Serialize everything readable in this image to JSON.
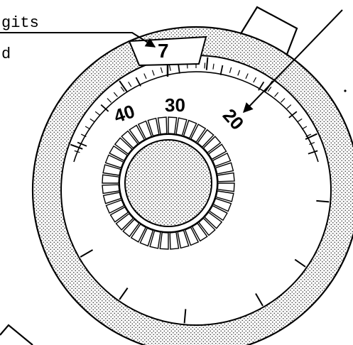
{
  "labels": {
    "line1": "gits",
    "line2": "d"
  },
  "window": {
    "digit": "7"
  },
  "dial": {
    "numbers": [
      "40",
      "30",
      "20"
    ]
  },
  "colors": {
    "ink": "#000000",
    "paper": "#ffffff",
    "stipple": "#555555"
  }
}
